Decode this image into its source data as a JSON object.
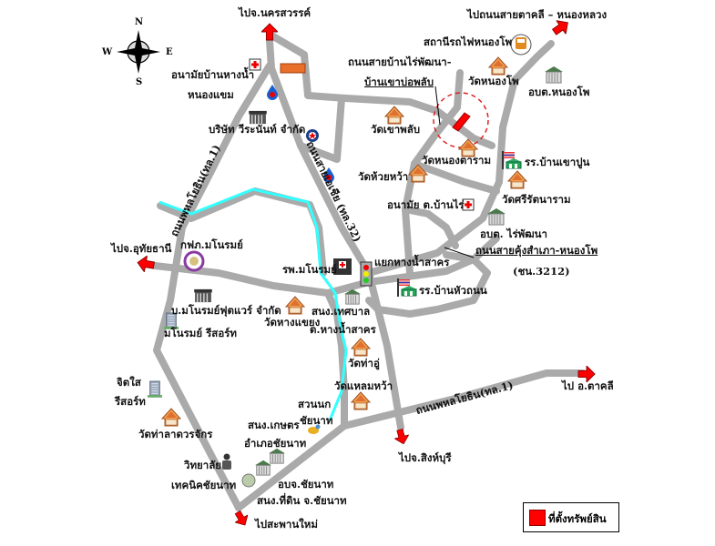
{
  "compass": {
    "n": "N",
    "s": "S",
    "e": "E",
    "w": "W"
  },
  "destinations": {
    "north": "ไปจ.นครสวรรค์",
    "northeast": "ไปถนนสายตาคลี – หนองหลวง",
    "west": "ไปจ.อุทัยธานี",
    "east": "ไป อ.ตาคลี",
    "south": "ไปจ.สิงห์บุรี",
    "southwest": "ไปสะพานใหม่"
  },
  "roads": {
    "phahon_west": "ถนนพหลโยธิน(ทล.1)",
    "asia": "ถนนสายเอเชีย (ทล.32)",
    "phahon_south": "ถนนพหลโยธิน(ทล.1)",
    "ban_rai_1": "ถนนสายบ้านไร่พัฒนา-",
    "ban_rai_2": "บ้านเขาบ่อพลับ",
    "khung_1": "ถนนสายคุ้งสำเภา-หนองโพ",
    "khung_2": "(ชน.3212)",
    "junction": "แยกหางน้ำสาคร"
  },
  "places": {
    "health_hang_nam_1": "อนามัยบ้านหางน้ำ",
    "health_hang_nam_2": "หนองแขม",
    "weeranan": "บริษัท วีระนันท์ จำกัด",
    "station": "สถานีรถไฟหนองโพ",
    "wat_nong_pho": "วัดหนองโพ",
    "obt_nong_pho": "อบต.หนองโพ",
    "wat_khao_phlap": "วัดเขาพลับ",
    "wat_nong_ta": "วัดหนองตาราม",
    "school_khao_pun": "รร.บ้านเขาปูน",
    "wat_huai_wa": "วัดห้วยหว้า",
    "wat_si_rattana": "วัดศรีรัตนาราม",
    "health_ban_rai": "อนามัย ต.บ้านไร่",
    "obt_rai_phatthana": "อบต. ไร่พัฒนา",
    "school_hua_thanon": "รร.บ้านหัวถนน",
    "hospital": "รพ.มโนรมย์",
    "pea": "กฟภ.มโนรมย์",
    "footwear": "บ.มโนรมย์ฟุตแวร์ จำกัด",
    "resort_manorom": "มโนรมย์ รีสอร์ท",
    "municipal_1": "สนง.เทศบาล",
    "municipal_2": "ต.หางน้ำสาคร",
    "wat_hang_khaeng": "วัดหางแขยง",
    "wat_tha_u": "วัดท่าอู่",
    "wat_laem_wa": "วัดแหลมหว้า",
    "bird_park_1": "สวนนก",
    "bird_park_2": "ชัยนาท",
    "agri_office": "สนง.เกษตร",
    "district_office": "อำเภอชัยนาท",
    "jitsai_1": "จิตใส",
    "jitsai_2": "รีสอร์ท",
    "wat_tha_lat": "วัดท่าลาดวรจักร",
    "college_1": "วิทยาลัย",
    "college_2": "เทคนิคชัยนาท",
    "pao": "อบจ.ชัยนาท",
    "land_office": "สนง.ที่ดิน จ.ชัยนาท"
  },
  "legend": {
    "label": "ที่ตั้งทรัพย์สิน",
    "color": "#ff0000"
  },
  "colors": {
    "road": "#aaaaaa",
    "river": "#33ffff",
    "arrow": "#ff0000"
  }
}
